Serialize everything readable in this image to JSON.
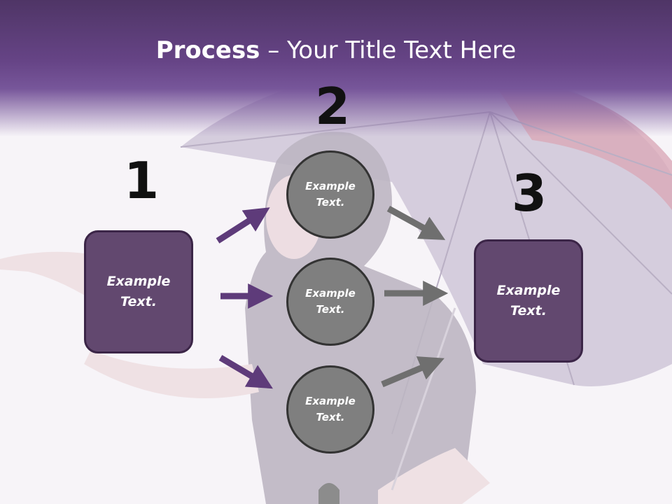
{
  "title": {
    "bold": "Process",
    "rest": " – Your Title Text Here"
  },
  "steps": [
    {
      "number": "1",
      "text": "Example\nText."
    },
    {
      "number": "2",
      "text": ""
    },
    {
      "number": "3",
      "text": "Example\nText."
    }
  ],
  "circles": [
    {
      "text": "Example\nText."
    },
    {
      "text": "Example\nText."
    },
    {
      "text": "Example\nText."
    }
  ],
  "colors": {
    "box": "#62486f",
    "circle": "#7f7f7f",
    "arrow_purple": "#5e3b7a",
    "arrow_gray": "#6f6f6f"
  }
}
